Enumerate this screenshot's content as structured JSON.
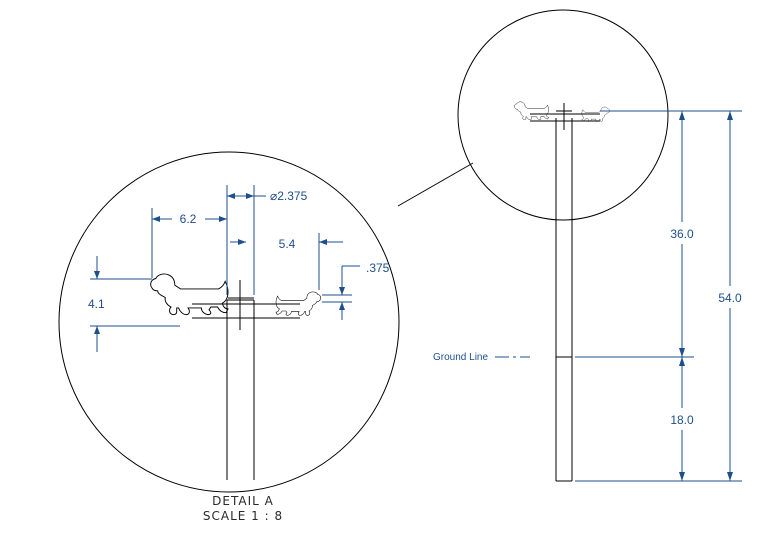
{
  "drawing": {
    "detail_title": "DETAIL A",
    "detail_scale": "SCALE 1 : 8",
    "ground_line_label": "Ground Line",
    "dimensions": {
      "arm_left": "6.2",
      "post_diameter": "⌀2.375",
      "arm_right": "5.4",
      "arm_thickness": ".375",
      "sign_height": "4.1",
      "above_ground": "36.0",
      "overall_height": "54.0",
      "below_ground": "18.0"
    },
    "colors": {
      "dimension": "#1f4e8c",
      "geometry": "#000000"
    }
  }
}
